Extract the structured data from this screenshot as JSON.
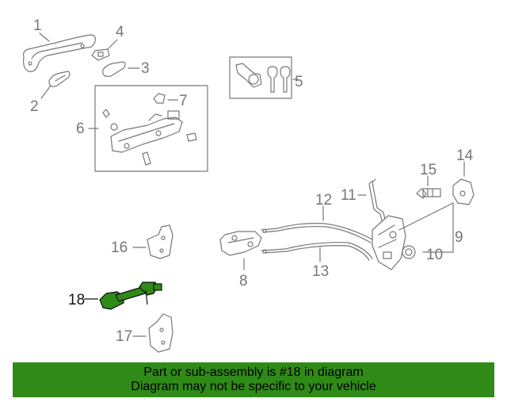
{
  "callouts": {
    "c1": "1",
    "c2": "2",
    "c3": "3",
    "c4": "4",
    "c5": "5",
    "c6": "6",
    "c7": "7",
    "c8": "8",
    "c9": "9",
    "c10": "10",
    "c11": "11",
    "c12": "12",
    "c13": "13",
    "c14": "14",
    "c15": "15",
    "c16": "16",
    "c17": "17",
    "c18": "18"
  },
  "highlight": {
    "part": "18",
    "color": "#2f8a17"
  },
  "banner": {
    "line1": "Part or sub-assembly is #18 in diagram",
    "line2": "Diagram may not be specific to your vehicle",
    "background": "#2f8a17"
  }
}
